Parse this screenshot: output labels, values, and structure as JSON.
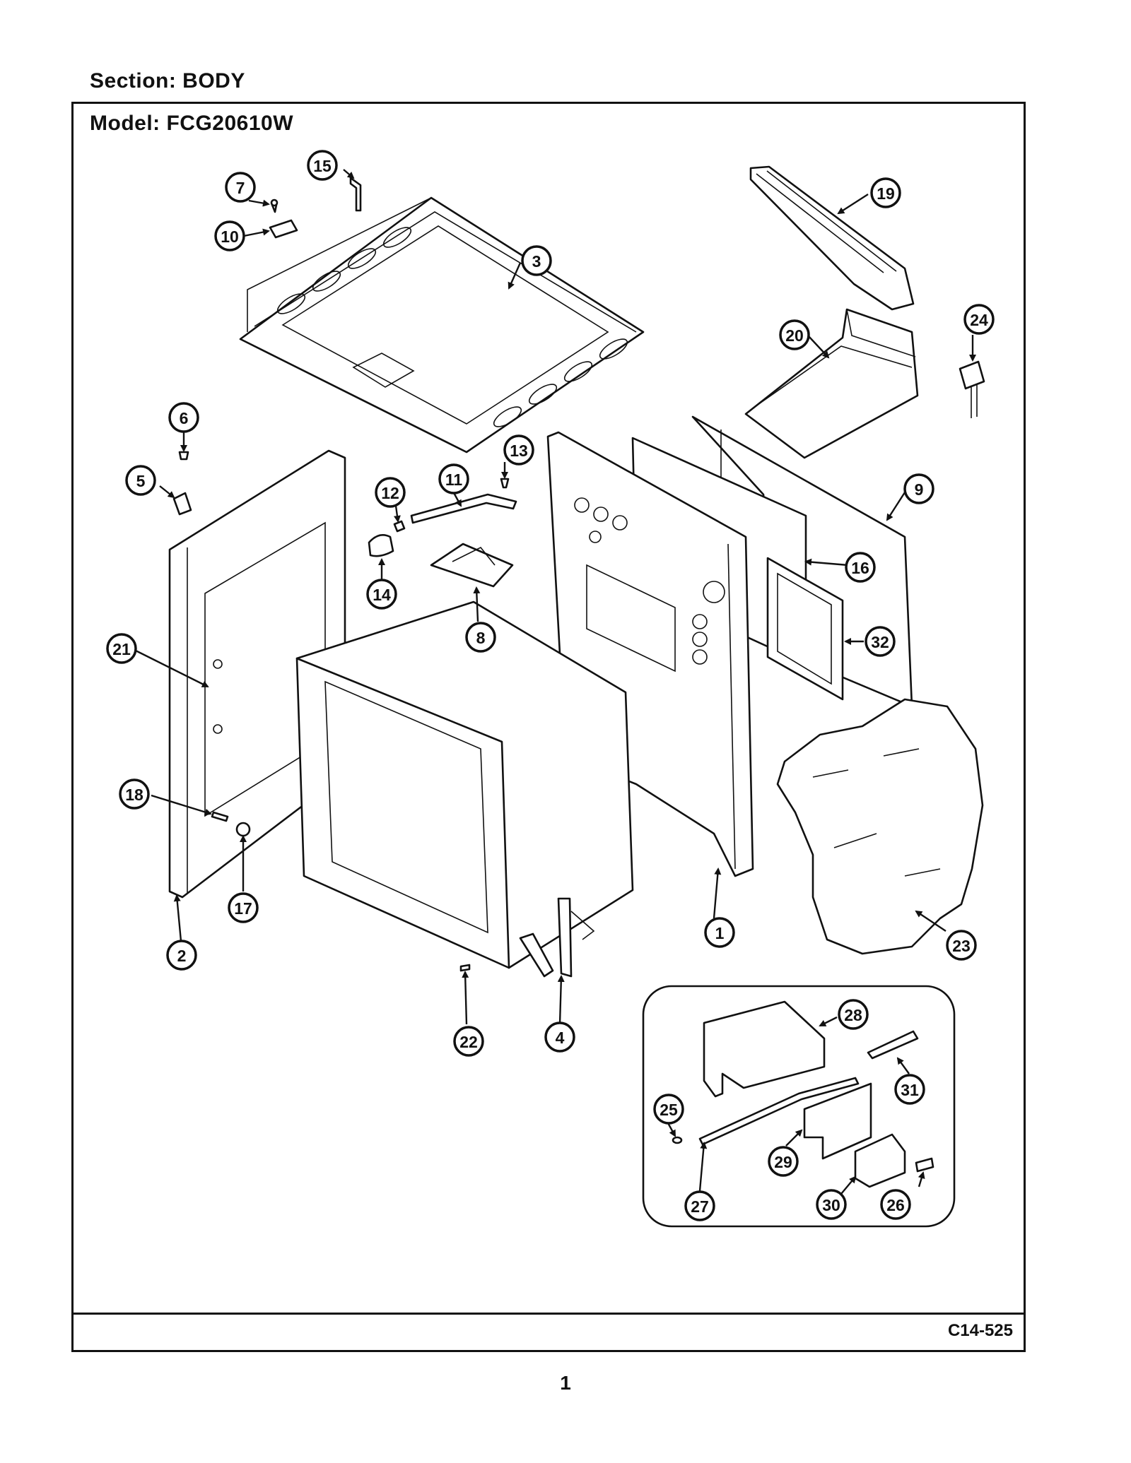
{
  "section_label": "Section:  BODY",
  "model_label": "Model:  FCG20610W",
  "diagram_code": "C14-525",
  "page_number": "1",
  "callouts": [
    "1",
    "2",
    "3",
    "4",
    "5",
    "6",
    "7",
    "8",
    "9",
    "10",
    "11",
    "12",
    "13",
    "14",
    "15",
    "16",
    "17",
    "18",
    "19",
    "20",
    "21",
    "22",
    "23",
    "24",
    "25",
    "26",
    "27",
    "28",
    "29",
    "30",
    "31",
    "32"
  ]
}
